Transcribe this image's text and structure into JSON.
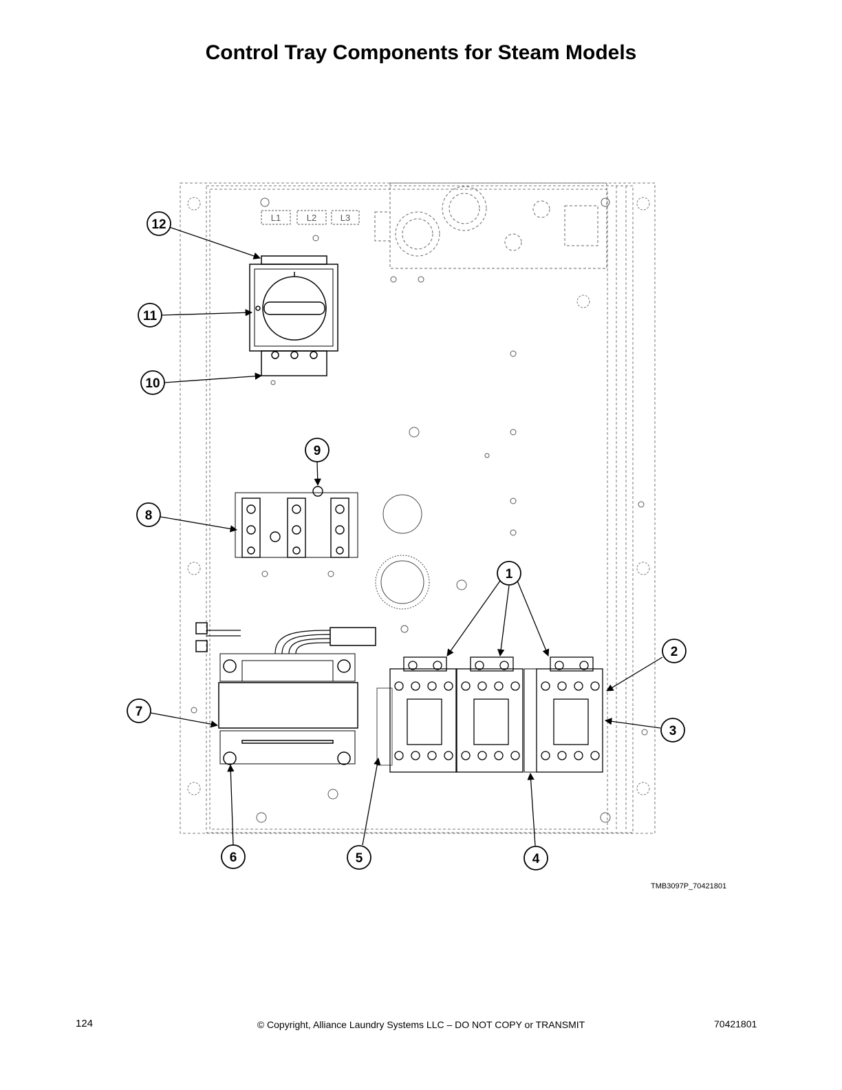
{
  "page": {
    "title": "Control Tray Components for Steam Models",
    "figure_id": "TMB3097P_70421801",
    "page_number": "124",
    "copyright": "© Copyright, Alliance Laundry Systems LLC – DO NOT COPY or TRANSMIT",
    "doc_number": "70421801"
  },
  "terminal_labels": [
    "L1",
    "L2",
    "L3"
  ],
  "callouts": [
    "1",
    "2",
    "3",
    "4",
    "5",
    "6",
    "7",
    "8",
    "9",
    "10",
    "11",
    "12"
  ]
}
